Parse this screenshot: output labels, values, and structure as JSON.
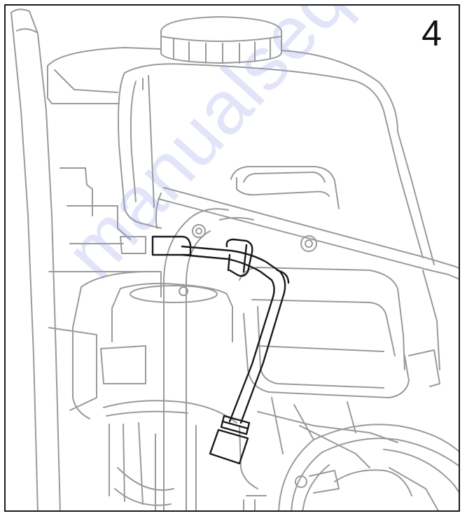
{
  "figure": {
    "step_number": "4",
    "watermark_text": "manualsequipment.com"
  },
  "colors": {
    "line_gray": "#9a9a9a",
    "line_dark": "#1a1a1a",
    "watermark": "#aab2ee"
  },
  "parts": {
    "fuel_cap": "fuel-cap",
    "fuel_tank": "fuel-tank",
    "tank_handle": "tank-handle",
    "frame_bar": "frame-bar",
    "hose_highlighted": "fuel-hose",
    "hose_connector": "hose-connector",
    "hose_clip": "hose-clip",
    "muffler": "muffler",
    "recoil_housing": "recoil-housing",
    "engine_block": "engine-block",
    "pump_wheel": "pump-wheel"
  }
}
